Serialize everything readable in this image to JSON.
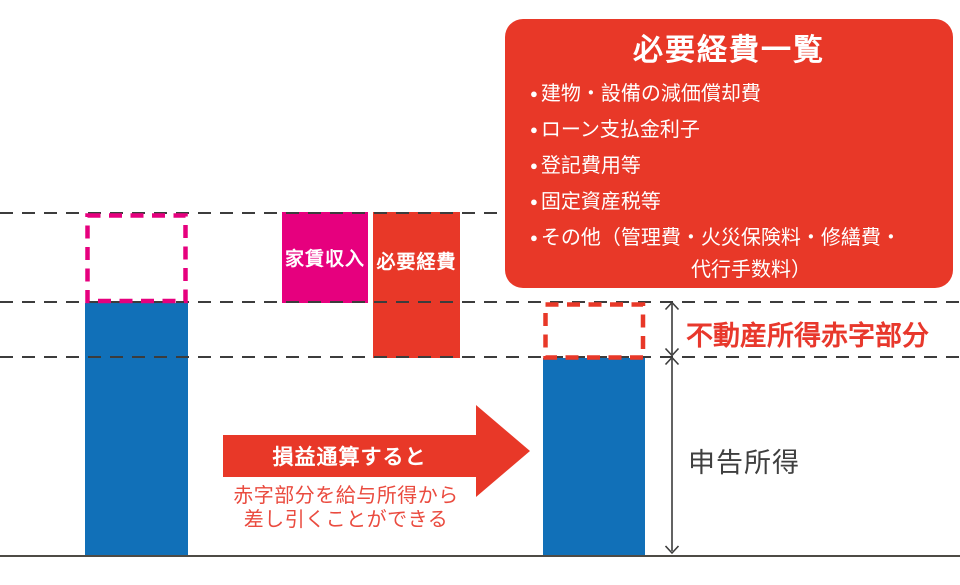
{
  "expense_card": {
    "title": "必要経費一覧",
    "bullet_glyph": "●",
    "items": [
      "建物・設備の減価償却費",
      "ローン支払金利子",
      "登記費用等",
      "固定資産税等",
      "その他（管理費・火災保険料・修繕費・"
    ],
    "item_continuation": "代行手数料）"
  },
  "bars": {
    "rent_income_label": "家賃収入",
    "expenses_label": "必要経費"
  },
  "arrow": {
    "label": "損益通算すると",
    "caption_line1": "赤字部分を給与所得から",
    "caption_line2": "差し引くことができる"
  },
  "annotations": {
    "deficit_label": "不動産所得赤字部分",
    "declared_income_label": "申告所得"
  },
  "colors": {
    "bar_blue": "#1170B8",
    "magenta": "#E6007E",
    "red": "#E83828",
    "caption_red": "#EA4B3F",
    "guide_gray": "#3C3C3C",
    "baseline_gray": "#4E4B45"
  }
}
